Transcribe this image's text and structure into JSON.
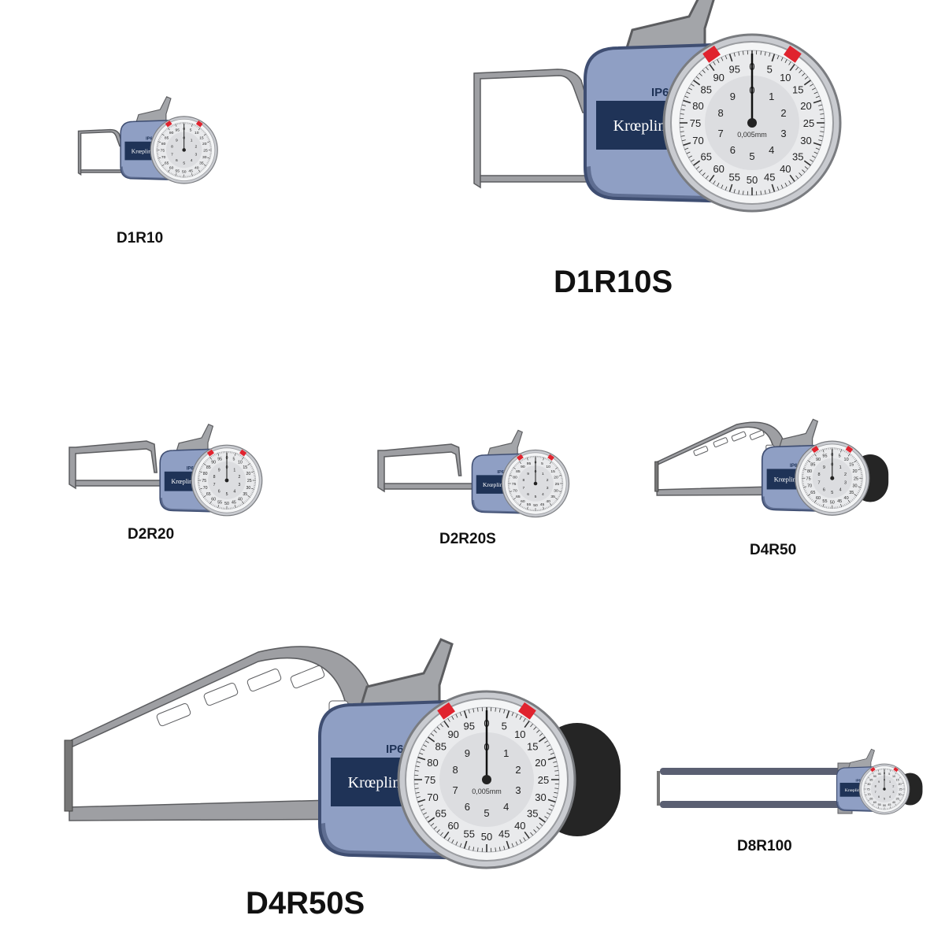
{
  "brand": "Krœplin",
  "ip_rating": "IP65",
  "colors": {
    "frame": "#9e9fa3",
    "frame_stroke": "#5c5d60",
    "body": "#8f9fc4",
    "body_dark": "#3f4e72",
    "badge": "#1f3357",
    "lever": "#a3a5a9",
    "bezel": "#d6d8dc",
    "face": "#e9eaec",
    "marker": "#e0232e",
    "knob": "#252525",
    "rod": "#5a5f72"
  },
  "dial": {
    "outer_numbers": [
      "0",
      "5",
      "10",
      "15",
      "20",
      "25",
      "30",
      "35",
      "40",
      "45",
      "50",
      "55",
      "60",
      "65",
      "70",
      "75",
      "80",
      "85",
      "90",
      "95"
    ],
    "inner_numbers": [
      "0",
      "1",
      "2",
      "3",
      "4",
      "5",
      "6",
      "7",
      "8",
      "9"
    ],
    "resolution": "0,005mm"
  },
  "products": [
    {
      "model": "D1R10"
    },
    {
      "model": "D1R10S"
    },
    {
      "model": "D2R20"
    },
    {
      "model": "D2R20S"
    },
    {
      "model": "D4R50"
    },
    {
      "model": "D4R50S"
    },
    {
      "model": "D8R100"
    }
  ]
}
